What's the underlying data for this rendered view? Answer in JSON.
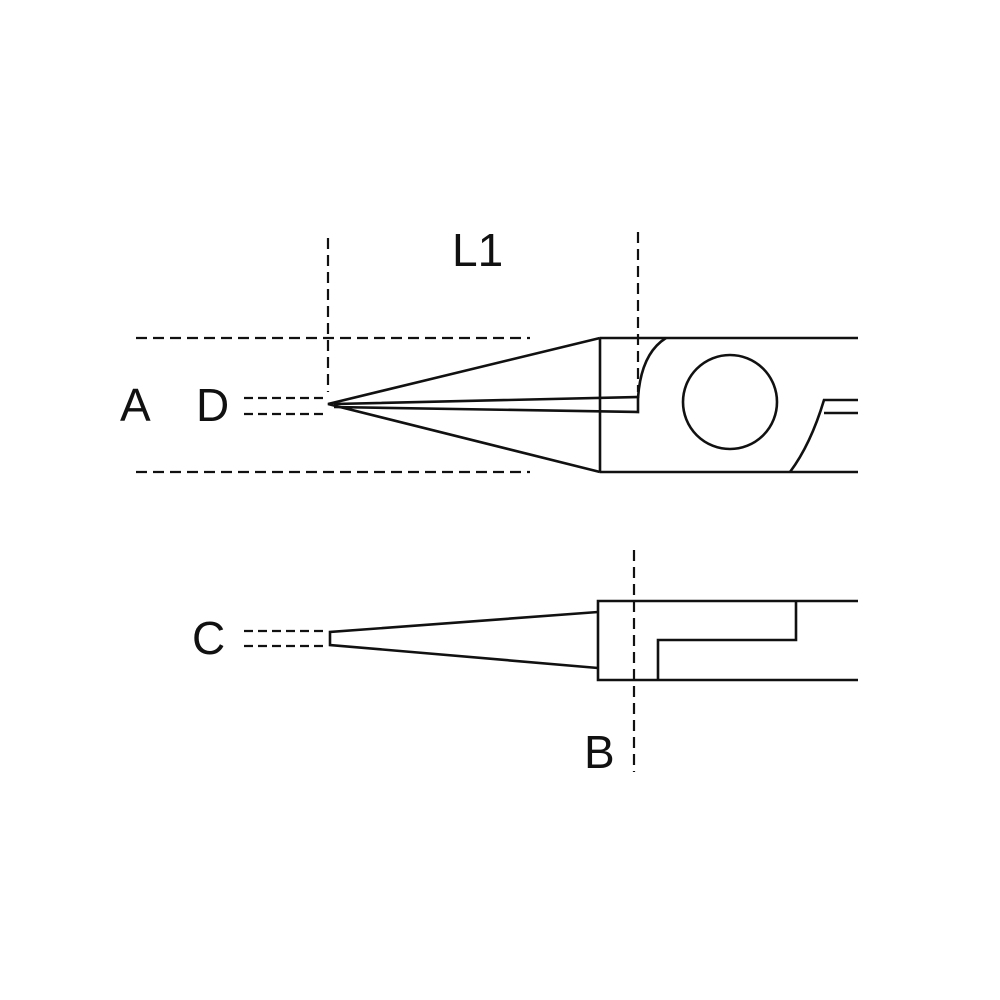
{
  "diagram": {
    "labels": {
      "l1": "L1",
      "a": "A",
      "d": "D",
      "c": "C",
      "b": "B"
    },
    "line_color": "#111111",
    "background_color": "#ffffff"
  }
}
